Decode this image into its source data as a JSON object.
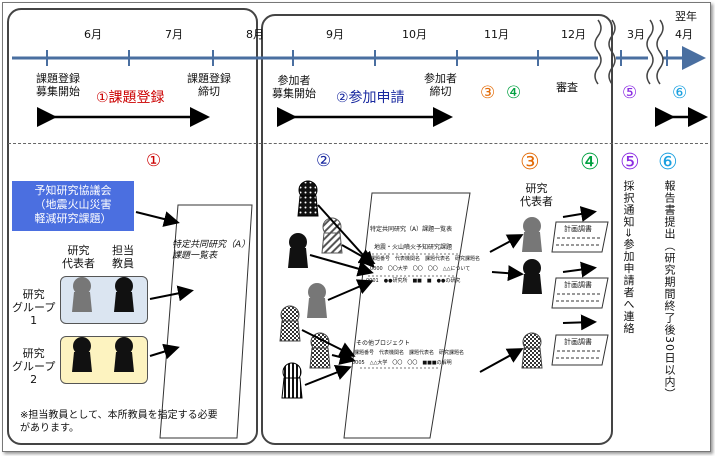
{
  "timeline": {
    "months": [
      "6月",
      "7月",
      "8月",
      "9月",
      "10月",
      "11月",
      "12月",
      "3月",
      "4月"
    ],
    "next_year": "翌年",
    "events": {
      "app_start": "課題登録\n募集開始",
      "app_end": "課題登録\n締切",
      "part_start": "参加者\n募集開始",
      "part_end": "参加者\n締切",
      "review": "審査"
    },
    "phase1": "①課題登録",
    "phase2": "②参加申請",
    "phase3_mark": "③",
    "phase4_mark": "④",
    "phase5_mark": "⑤",
    "phase6_mark": "⑥"
  },
  "section1": {
    "mark": "①",
    "council": "予知研究協議会\n（地震火山災害\n軽減研究課題）",
    "col_rep": "研究\n代表者",
    "col_staff": "担当\n教員",
    "group1": "研究\nグループ\n1",
    "group2": "研究\nグループ\n2",
    "sheet_title": "特定共同研究（A）\n課題一覧表",
    "note": "※担当教員として、本所教員を指定する必要\nがあります。"
  },
  "section2": {
    "mark": "②",
    "sheet_title": "特定共同研究（A）課題一覧表",
    "sheet_sub1": "地震・火山噴火予知研究課題",
    "sheet_head": "課題番号　代表機関名　課題代表名　研究課題名",
    "sheet_row1": "0000　〇〇大学　〇〇　〇〇　△△について",
    "sheet_row2": "0001　●●研究所　■■　■　●●の研究",
    "sheet_sub2": "その他プロジェクト",
    "sheet_head2": "課題番号　代表機関名　課題代表名　研究課題名",
    "sheet_row3": "0005　△△大学　〇〇　〇〇　■■■の解明"
  },
  "section3": {
    "mark": "③",
    "rep": "研究\n代表者"
  },
  "section4": {
    "mark": "④",
    "doc_title": "計画調書",
    "doc_lines": "――――――\n――――――"
  },
  "section5": {
    "mark": "⑤",
    "text": "採択通知⇒参加申請者へ連絡"
  },
  "section6": {
    "mark": "⑥",
    "text": "報告書提出（研究期間終了後30日以内）"
  },
  "colors": {
    "timeline": "#4a6fa0",
    "council_bg": "#4b6fe0",
    "group1_bg": "#dbe5f1",
    "group2_bg": "#fdf3c0",
    "red": "#cc0000",
    "blue": "#1a2aa0",
    "orange": "#e36c09",
    "green": "#00a040",
    "purple": "#8a2be2",
    "cyan": "#1aa0e0"
  }
}
